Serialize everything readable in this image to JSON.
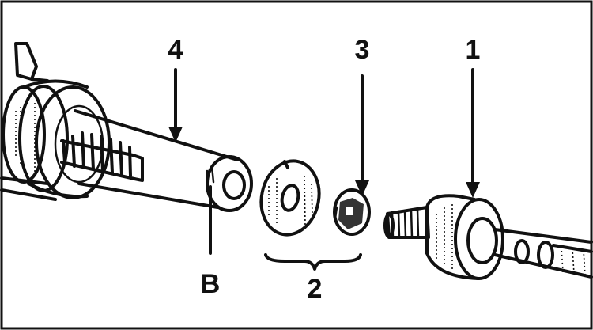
{
  "labels": {
    "part_1": "1",
    "part_2": "2",
    "part_3": "3",
    "part_4": "4",
    "point_b": "B"
  },
  "colors": {
    "ink": "#111111",
    "paper": "#ffffff"
  }
}
